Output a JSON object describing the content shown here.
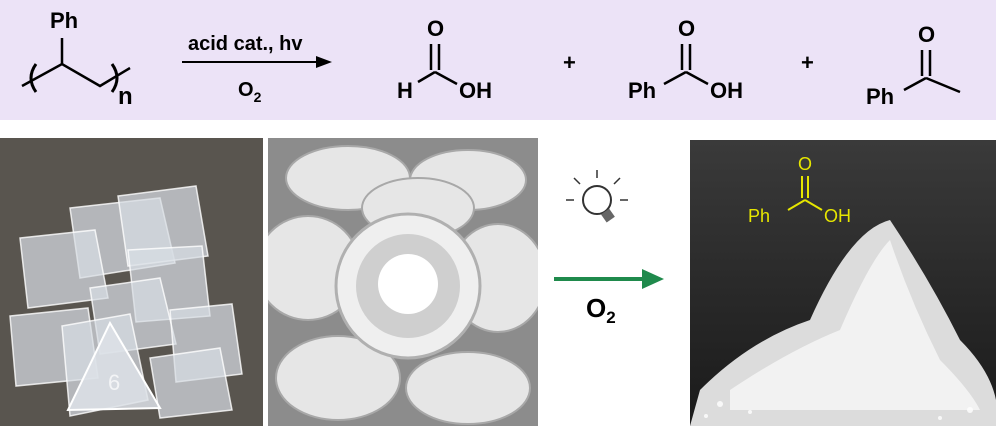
{
  "scheme": {
    "polymer_substituent": "Ph",
    "polymer_subscript": "n",
    "conditions_above": "acid cat., hv",
    "conditions_below_main": "O",
    "conditions_below_sub": "2",
    "plus": "+",
    "formic_acid": {
      "o": "O",
      "h": "H",
      "oh": "OH"
    },
    "benzoic_acid": {
      "o": "O",
      "ph": "Ph",
      "oh": "OH"
    },
    "acetophenone": {
      "o": "O",
      "ph": "Ph"
    }
  },
  "process": {
    "oxidant_main": "O",
    "oxidant_sub": "2",
    "icon": "lightbulb-icon"
  },
  "product_photo": {
    "label_o": "O",
    "label_ph": "Ph",
    "label_oh": "OH",
    "label_color": "#e6e600"
  },
  "colors": {
    "banner": "#ece3f7",
    "process_arrow": "#1f8a4c"
  }
}
